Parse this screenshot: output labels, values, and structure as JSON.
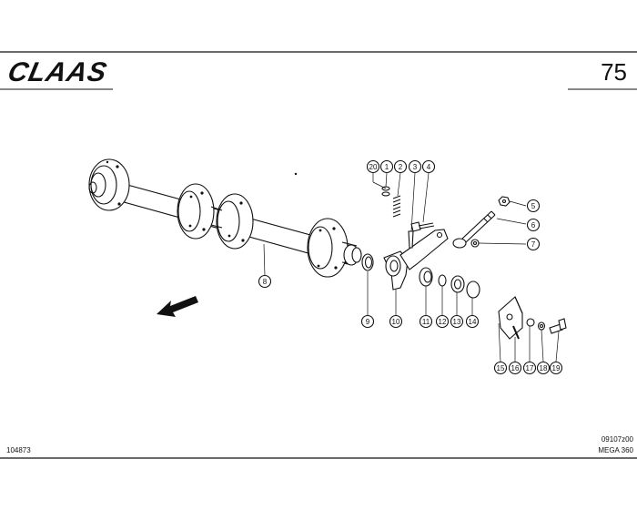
{
  "header": {
    "brand": "CLAAS",
    "page_number": "75"
  },
  "footer": {
    "left_code": "104873",
    "drawing_code": "09107z00",
    "model": "MEGA 360"
  },
  "callouts": [
    {
      "id": "20",
      "label": "20"
    },
    {
      "id": "1",
      "label": "1"
    },
    {
      "id": "2",
      "label": "2"
    },
    {
      "id": "3",
      "label": "3"
    },
    {
      "id": "4",
      "label": "4"
    },
    {
      "id": "5",
      "label": "5"
    },
    {
      "id": "6",
      "label": "6"
    },
    {
      "id": "7",
      "label": "7"
    },
    {
      "id": "8",
      "label": "8"
    },
    {
      "id": "9",
      "label": "9"
    },
    {
      "id": "10",
      "label": "10"
    },
    {
      "id": "11",
      "label": "11"
    },
    {
      "id": "12",
      "label": "12"
    },
    {
      "id": "13",
      "label": "13"
    },
    {
      "id": "14",
      "label": "14"
    },
    {
      "id": "15",
      "label": "15"
    },
    {
      "id": "16",
      "label": "16"
    },
    {
      "id": "17",
      "label": "17"
    },
    {
      "id": "18",
      "label": "18"
    },
    {
      "id": "19",
      "label": "19"
    }
  ]
}
